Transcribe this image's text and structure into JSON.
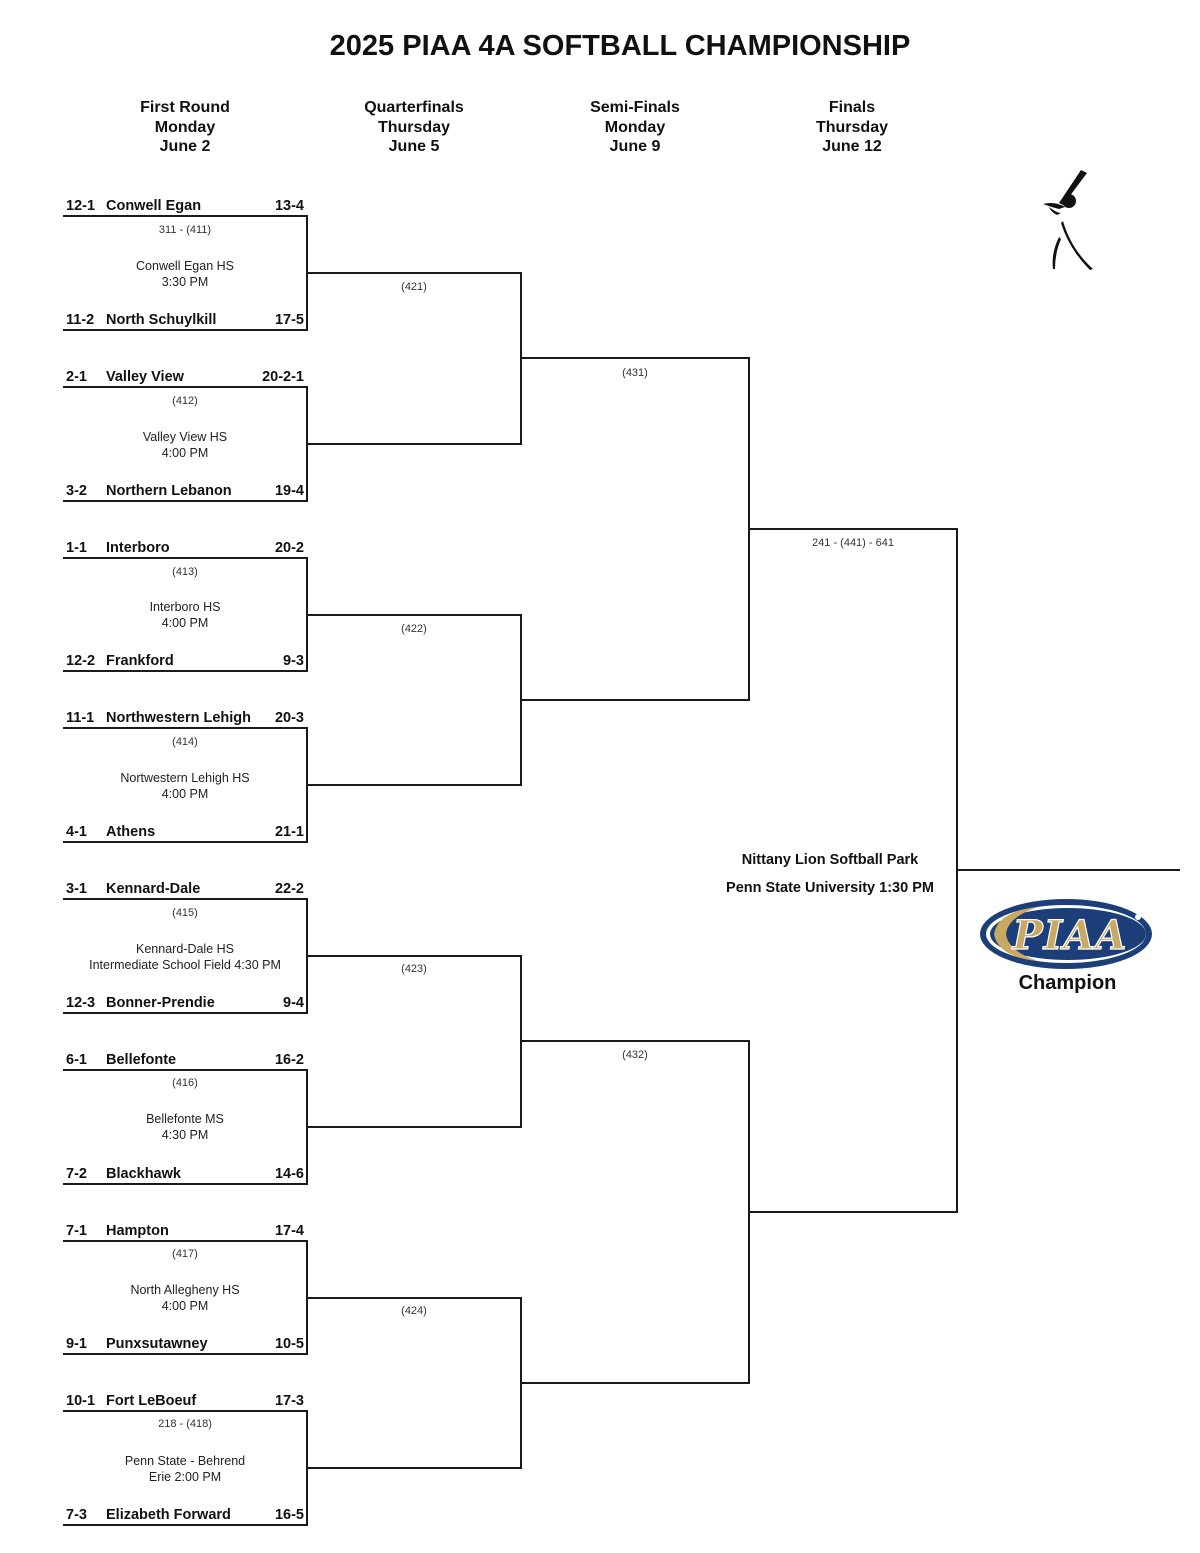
{
  "title": "2025 PIAA 4A SOFTBALL CHAMPIONSHIP",
  "rounds": [
    {
      "name": "First Round",
      "day": "Monday",
      "date": "June 2"
    },
    {
      "name": "Quarterfinals",
      "day": "Thursday",
      "date": "June 5"
    },
    {
      "name": "Semi-Finals",
      "day": "Monday",
      "date": "June 9"
    },
    {
      "name": "Finals",
      "day": "Thursday",
      "date": "June 12"
    }
  ],
  "first_round": [
    {
      "game": "311 - (411)",
      "venue_line1": "Conwell Egan HS",
      "venue_line2": "3:30 PM",
      "top": {
        "seed": "12-1",
        "name": "Conwell Egan",
        "record": "13-4"
      },
      "bottom": {
        "seed": "11-2",
        "name": "North Schuylkill",
        "record": "17-5"
      }
    },
    {
      "game": "(412)",
      "venue_line1": "Valley View HS",
      "venue_line2": "4:00 PM",
      "top": {
        "seed": "2-1",
        "name": "Valley View",
        "record": "20-2-1"
      },
      "bottom": {
        "seed": "3-2",
        "name": "Northern Lebanon",
        "record": "19-4"
      }
    },
    {
      "game": "(413)",
      "venue_line1": "Interboro HS",
      "venue_line2": "4:00 PM",
      "top": {
        "seed": "1-1",
        "name": "Interboro",
        "record": "20-2"
      },
      "bottom": {
        "seed": "12-2",
        "name": "Frankford",
        "record": "9-3"
      }
    },
    {
      "game": "(414)",
      "venue_line1": "Nortwestern Lehigh HS",
      "venue_line2": "4:00 PM",
      "top": {
        "seed": "11-1",
        "name": "Northwestern Lehigh",
        "record": "20-3"
      },
      "bottom": {
        "seed": "4-1",
        "name": "Athens",
        "record": "21-1"
      }
    },
    {
      "game": "(415)",
      "venue_line1": "Kennard-Dale HS",
      "venue_line2": "Intermediate School Field 4:30 PM",
      "top": {
        "seed": "3-1",
        "name": "Kennard-Dale",
        "record": "22-2"
      },
      "bottom": {
        "seed": "12-3",
        "name": "Bonner-Prendie",
        "record": "9-4"
      }
    },
    {
      "game": "(416)",
      "venue_line1": "Bellefonte MS",
      "venue_line2": "4:30 PM",
      "top": {
        "seed": "6-1",
        "name": "Bellefonte",
        "record": "16-2"
      },
      "bottom": {
        "seed": "7-2",
        "name": "Blackhawk",
        "record": "14-6"
      }
    },
    {
      "game": "(417)",
      "venue_line1": "North Allegheny HS",
      "venue_line2": "4:00 PM",
      "top": {
        "seed": "7-1",
        "name": "Hampton",
        "record": "17-4"
      },
      "bottom": {
        "seed": "9-1",
        "name": "Punxsutawney",
        "record": "10-5"
      }
    },
    {
      "game": "218 - (418)",
      "venue_line1": "Penn State - Behrend",
      "venue_line2": "Erie 2:00 PM",
      "top": {
        "seed": "10-1",
        "name": "Fort LeBoeuf",
        "record": "17-3"
      },
      "bottom": {
        "seed": "7-3",
        "name": "Elizabeth Forward",
        "record": "16-5"
      }
    }
  ],
  "quarterfinals": [
    {
      "game": "(421)"
    },
    {
      "game": "(422)"
    },
    {
      "game": "(423)"
    },
    {
      "game": "(424)"
    }
  ],
  "semifinals": [
    {
      "game": "(431)"
    },
    {
      "game": "(432)"
    }
  ],
  "final": {
    "game": "241 - (441) - 641",
    "venue_line1": "Nittany Lion Softball Park",
    "venue_line2": "Penn State University 1:30 PM"
  },
  "champion": {
    "logo_text": "PIAA",
    "label": "Champion"
  },
  "colors": {
    "logo_navy": "#1c3f7a",
    "logo_gold": "#c9a961",
    "line": "#1a1a1a"
  }
}
